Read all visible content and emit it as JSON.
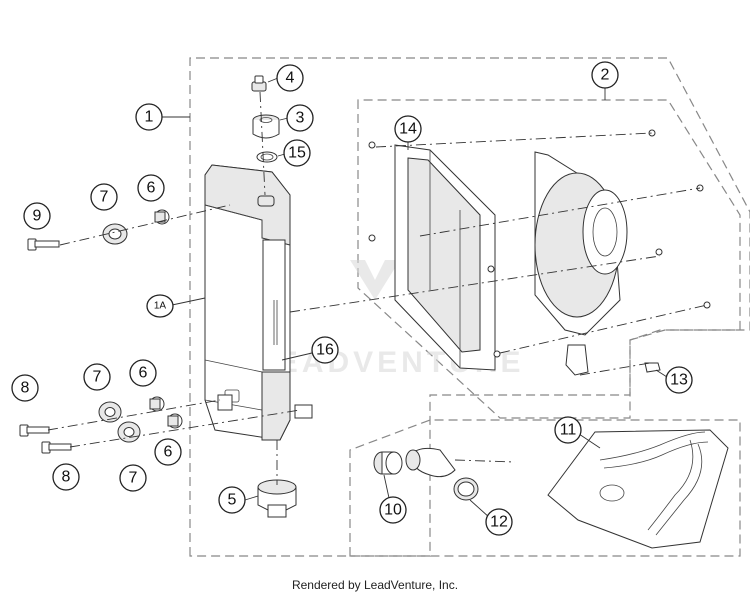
{
  "callouts": {
    "c1": "1",
    "c2": "2",
    "c3": "3",
    "c4": "4",
    "c5": "5",
    "c6a": "6",
    "c6b": "6",
    "c6c": "6",
    "c7a": "7",
    "c7b": "7",
    "c7c": "7",
    "c8a": "8",
    "c8b": "8",
    "c9": "9",
    "c10": "10",
    "c11": "11",
    "c12": "12",
    "c13": "13",
    "c14": "14",
    "c15": "15",
    "c16": "16",
    "c1a": "1A"
  },
  "watermark": "LEADVENTURE",
  "footer": "Rendered by LeadVenture, Inc."
}
